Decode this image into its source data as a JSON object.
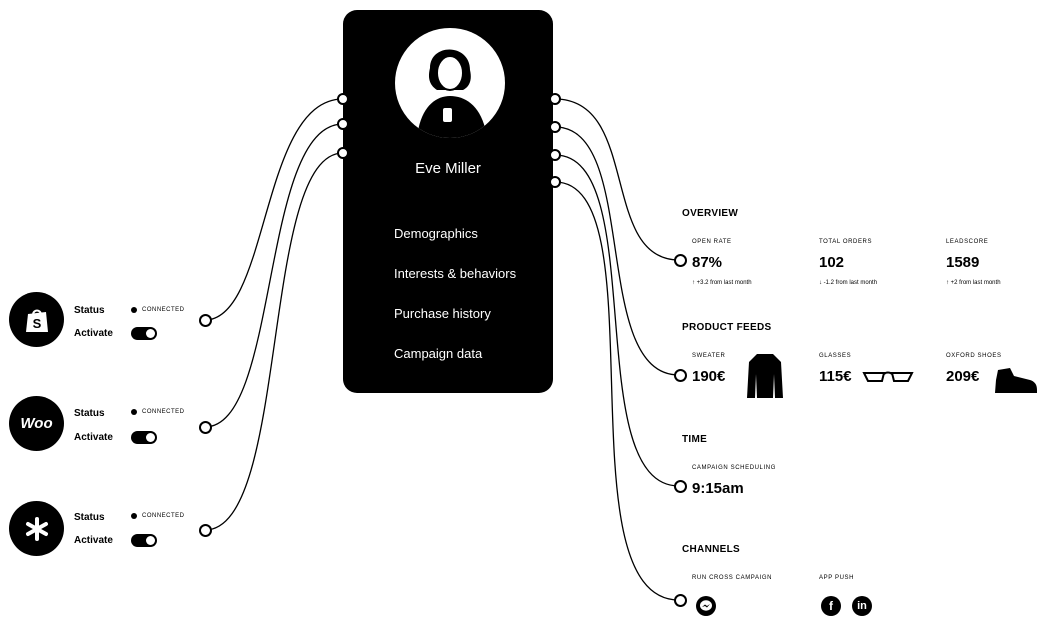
{
  "profile": {
    "name": "Eve Miller",
    "menu": [
      "Demographics",
      "Interests & behaviors",
      "Purchase history",
      "Campaign data"
    ]
  },
  "integrations": [
    {
      "icon": "shopify-icon",
      "status_label": "Status",
      "status_value": "CONNECTED",
      "activate_label": "Activate",
      "active": true
    },
    {
      "icon": "woocommerce-icon",
      "logo_text": "Woo",
      "status_label": "Status",
      "status_value": "CONNECTED",
      "activate_label": "Activate",
      "active": true
    },
    {
      "icon": "asterisk-icon",
      "status_label": "Status",
      "status_value": "CONNECTED",
      "activate_label": "Activate",
      "active": true
    }
  ],
  "overview": {
    "title": "OVERVIEW",
    "metrics": [
      {
        "label": "OPEN RATE",
        "value": "87%",
        "sub": "+3.2 from last month",
        "trend": "up"
      },
      {
        "label": "TOTAL ORDERS",
        "value": "102",
        "sub": "-1.2 from last month",
        "trend": "down"
      },
      {
        "label": "LEADSCORE",
        "value": "1589",
        "sub": "+2 from last month",
        "trend": "up"
      }
    ]
  },
  "product_feeds": {
    "title": "PRODUCT FEEDS",
    "items": [
      {
        "label": "SWEATER",
        "value": "190€",
        "icon": "sweater-icon"
      },
      {
        "label": "GLASSES",
        "value": "115€",
        "icon": "glasses-icon"
      },
      {
        "label": "OXFORD SHOES",
        "value": "209€",
        "icon": "shoe-icon"
      }
    ]
  },
  "time": {
    "title": "TIME",
    "label": "CAMPAIGN SCHEDULING",
    "value": "9:15am"
  },
  "channels": {
    "title": "CHANNELS",
    "items": [
      {
        "label": "RUN CROSS CAMPAIGN",
        "icons": [
          "messenger-icon"
        ]
      },
      {
        "label": "APP PUSH",
        "icons": [
          "facebook-icon",
          "linkedin-icon"
        ]
      }
    ]
  },
  "colors": {
    "primary": "#000000",
    "background": "#ffffff"
  }
}
